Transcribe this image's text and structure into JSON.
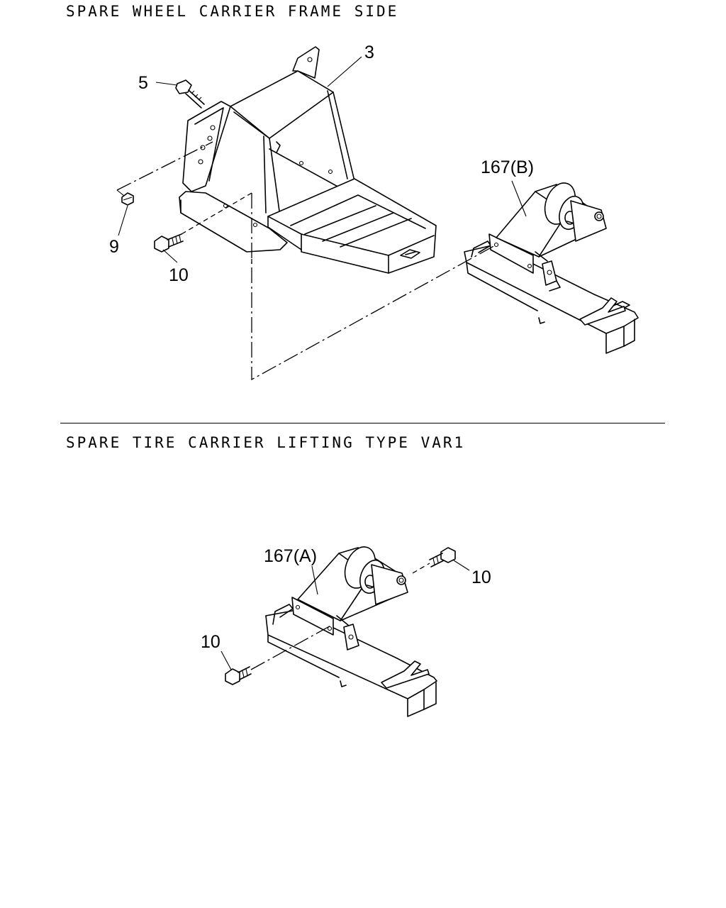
{
  "sections": {
    "top_title": "SPARE WHEEL CARRIER FRAME SIDE",
    "bottom_title": "SPARE TIRE CARRIER LIFTING TYPE VAR1"
  },
  "callouts": {
    "c3": "3",
    "c5": "5",
    "c9": "9",
    "c10_top": "10",
    "c167b": "167(B)",
    "c167a": "167(A)",
    "c10_right": "10",
    "c10_left": "10"
  }
}
